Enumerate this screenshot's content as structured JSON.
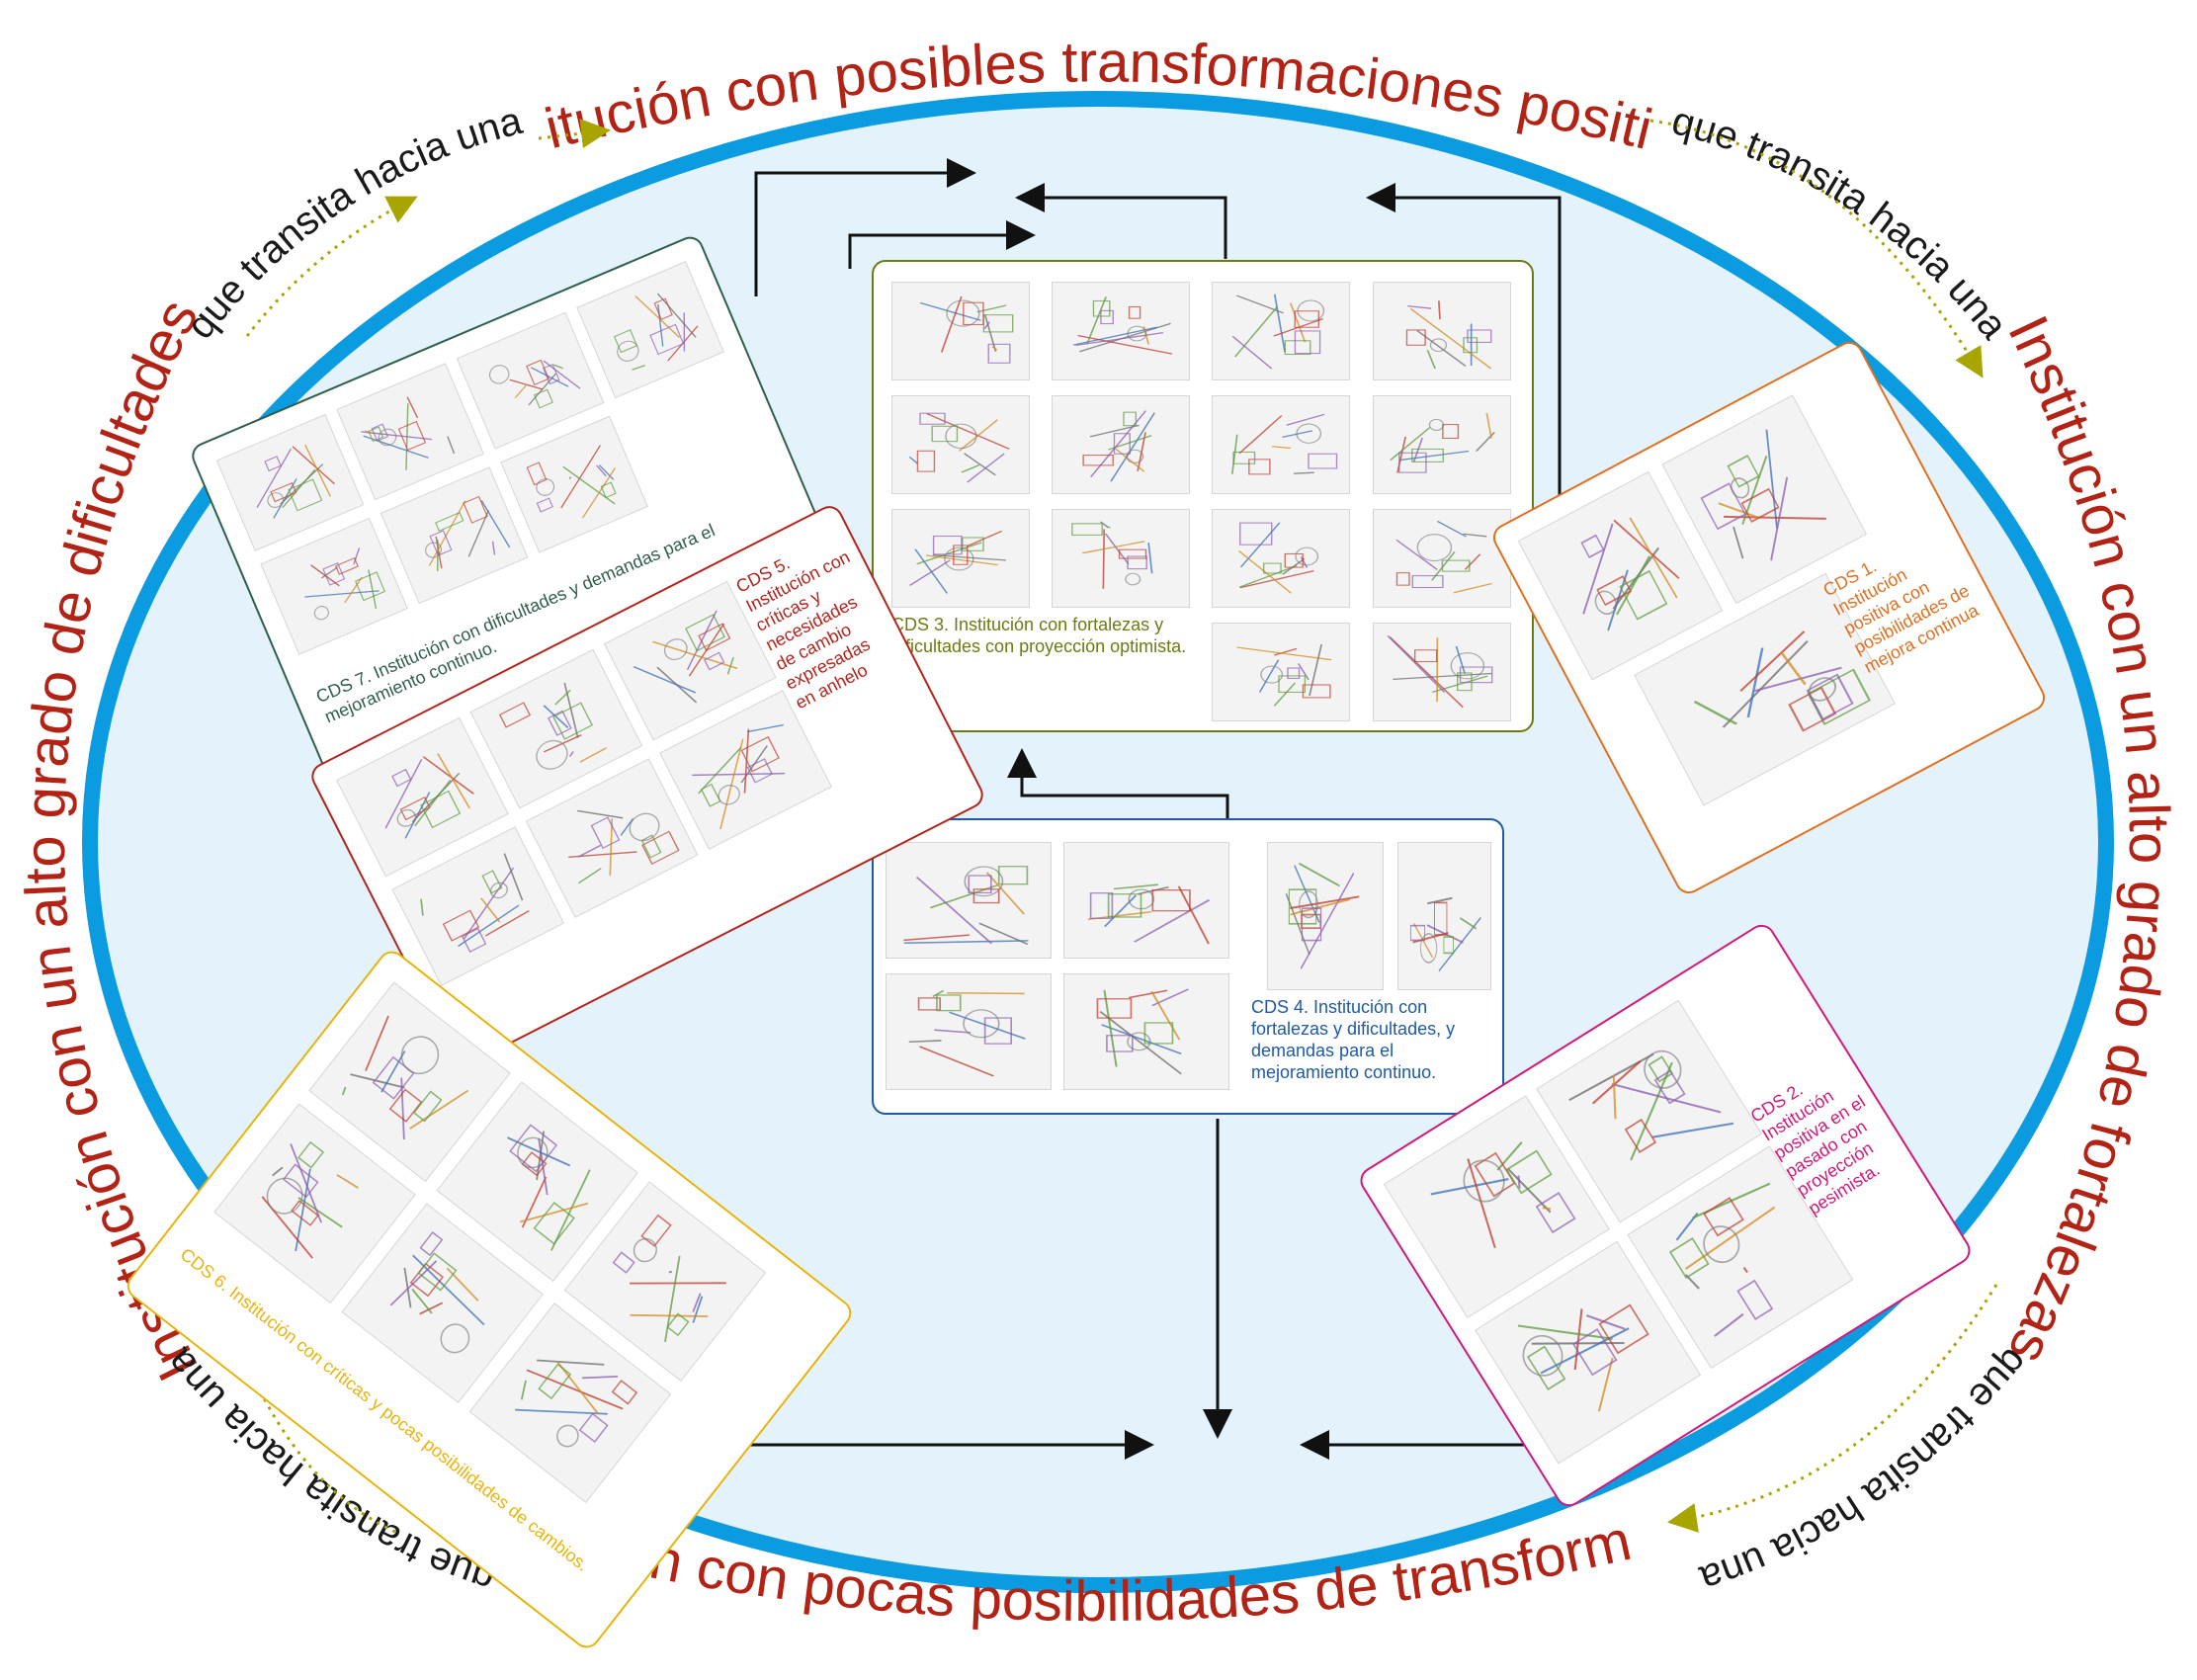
{
  "states": {
    "top": "Institución con posibles transformaciones positivas",
    "right": "Institución con un alto grado de fortalezas",
    "bottom": "Institución con pocas posibilidades de transformación",
    "left": "Institución con un alto grado de dificultades"
  },
  "transitions": {
    "top_left": "que transita hacia una",
    "top_right": "que transita hacia una",
    "bottom_right": "que transita hacia una",
    "bottom_left": "que transita hacia una"
  },
  "cards": {
    "cds1": "CDS 1. Institución positiva con posibilidades de mejora continua",
    "cds2": "CDS 2. Institución positiva en el pasado con proyección pesimista.",
    "cds3": "CDS 3. Institución con fortalezas y dificultades con proyección optimista.",
    "cds4": "CDS 4. Institución con fortalezas y dificultades, y demandas para el mejoramiento continuo.",
    "cds5": "CDS 5. Institución con críticas y necesidades de cambio expresadas en anhelo",
    "cds6": "CDS 6. Institución con críticas y pocas posibilidades de cambios.",
    "cds7": "CDS 7. Institución con dificultades y demandas para el mejoramiento continuo."
  },
  "colors": {
    "ellipse_fill": "#e4f2fb",
    "ellipse_stroke": "#0b9be0",
    "state_text": "#b22215",
    "dotted_arrow": "#a8a400",
    "cds1": "#e07020",
    "cds2": "#d0197b",
    "cds3": "#6e7a12",
    "cds4": "#1f5aa6",
    "cds5": "#b3241b",
    "cds6": "#e8b40c",
    "cds7": "#2f5f4a"
  }
}
